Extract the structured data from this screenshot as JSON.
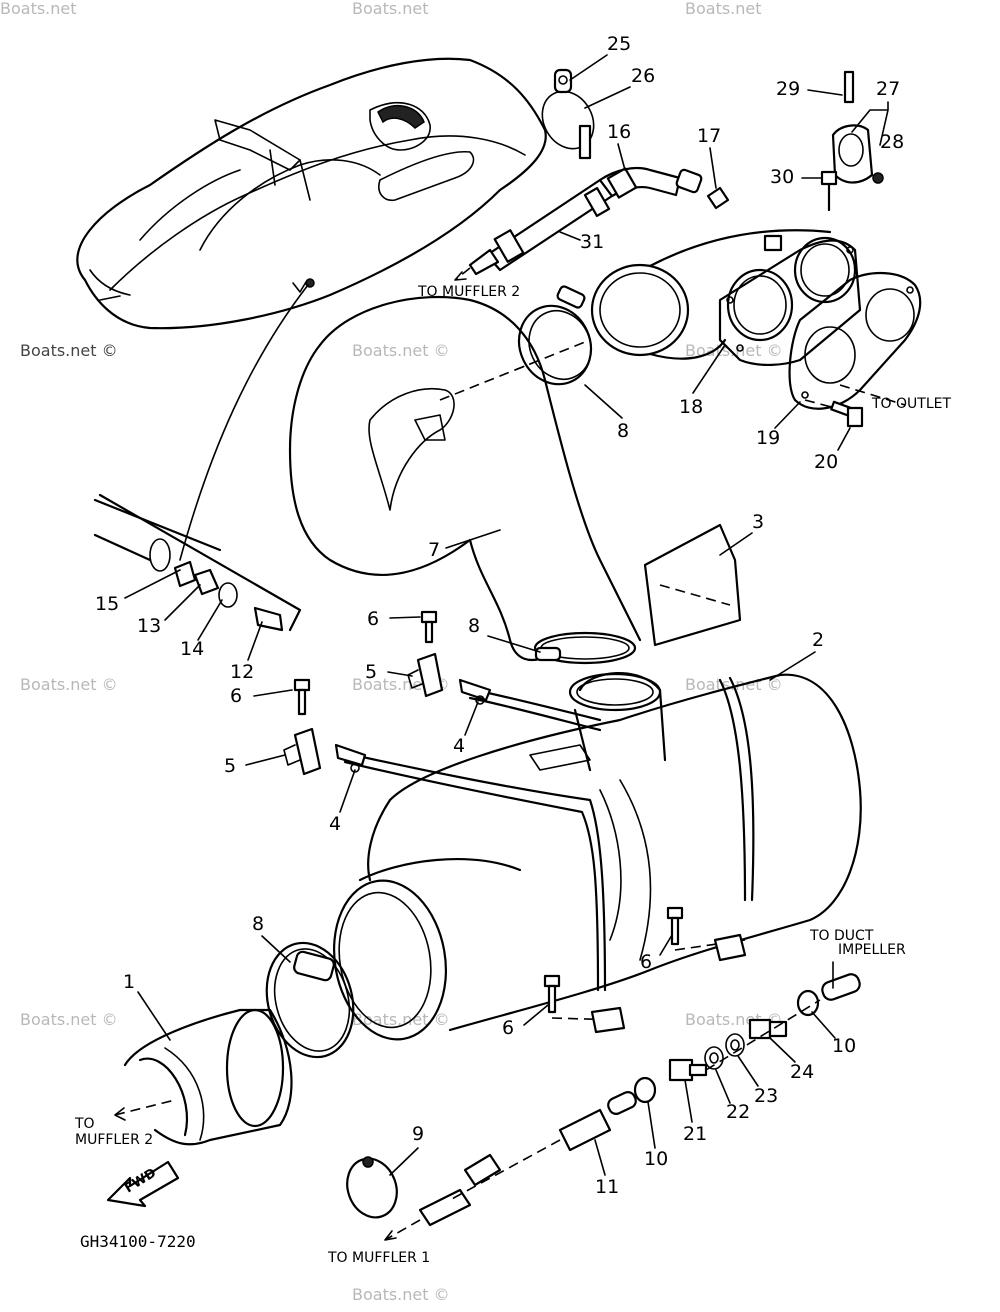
{
  "watermarks": [
    "Boats.net",
    "Boats.net",
    "Boats.net",
    "Boats.net ©",
    "Boats.net ©",
    "Boats.net ©",
    "Boats.net ©",
    "Boats.net ©",
    "Boats.net ©",
    "Boats.net ©",
    "Boats.net ©",
    "Boats.net ©",
    "Boats.net ©"
  ],
  "callouts": [
    "25",
    "26",
    "16",
    "17",
    "29",
    "27",
    "28",
    "30",
    "31",
    "8",
    "18",
    "19",
    "20",
    "7",
    "3",
    "15",
    "13",
    "14",
    "12",
    "6",
    "8",
    "5",
    "2",
    "6",
    "5",
    "4",
    "4",
    "8",
    "1",
    "6",
    "6",
    "10",
    "24",
    "23",
    "22",
    "21",
    "10",
    "11",
    "9"
  ],
  "captions": {
    "to_muffler2_top": "TO MUFFLER 2",
    "to_outlet": "TO OUTLET",
    "to_duct_line1": "TO DUCT",
    "to_duct_line2": "IMPELLER",
    "to_muffler2_bottom_line1": "TO",
    "to_muffler2_bottom_line2": "MUFFLER 2",
    "to_muffler1": "TO MUFFLER 1",
    "fwd": "FWD",
    "part_code": "GH34100-7220"
  },
  "icons": [
    "watercraft-illustration",
    "fwd-arrow-icon"
  ]
}
